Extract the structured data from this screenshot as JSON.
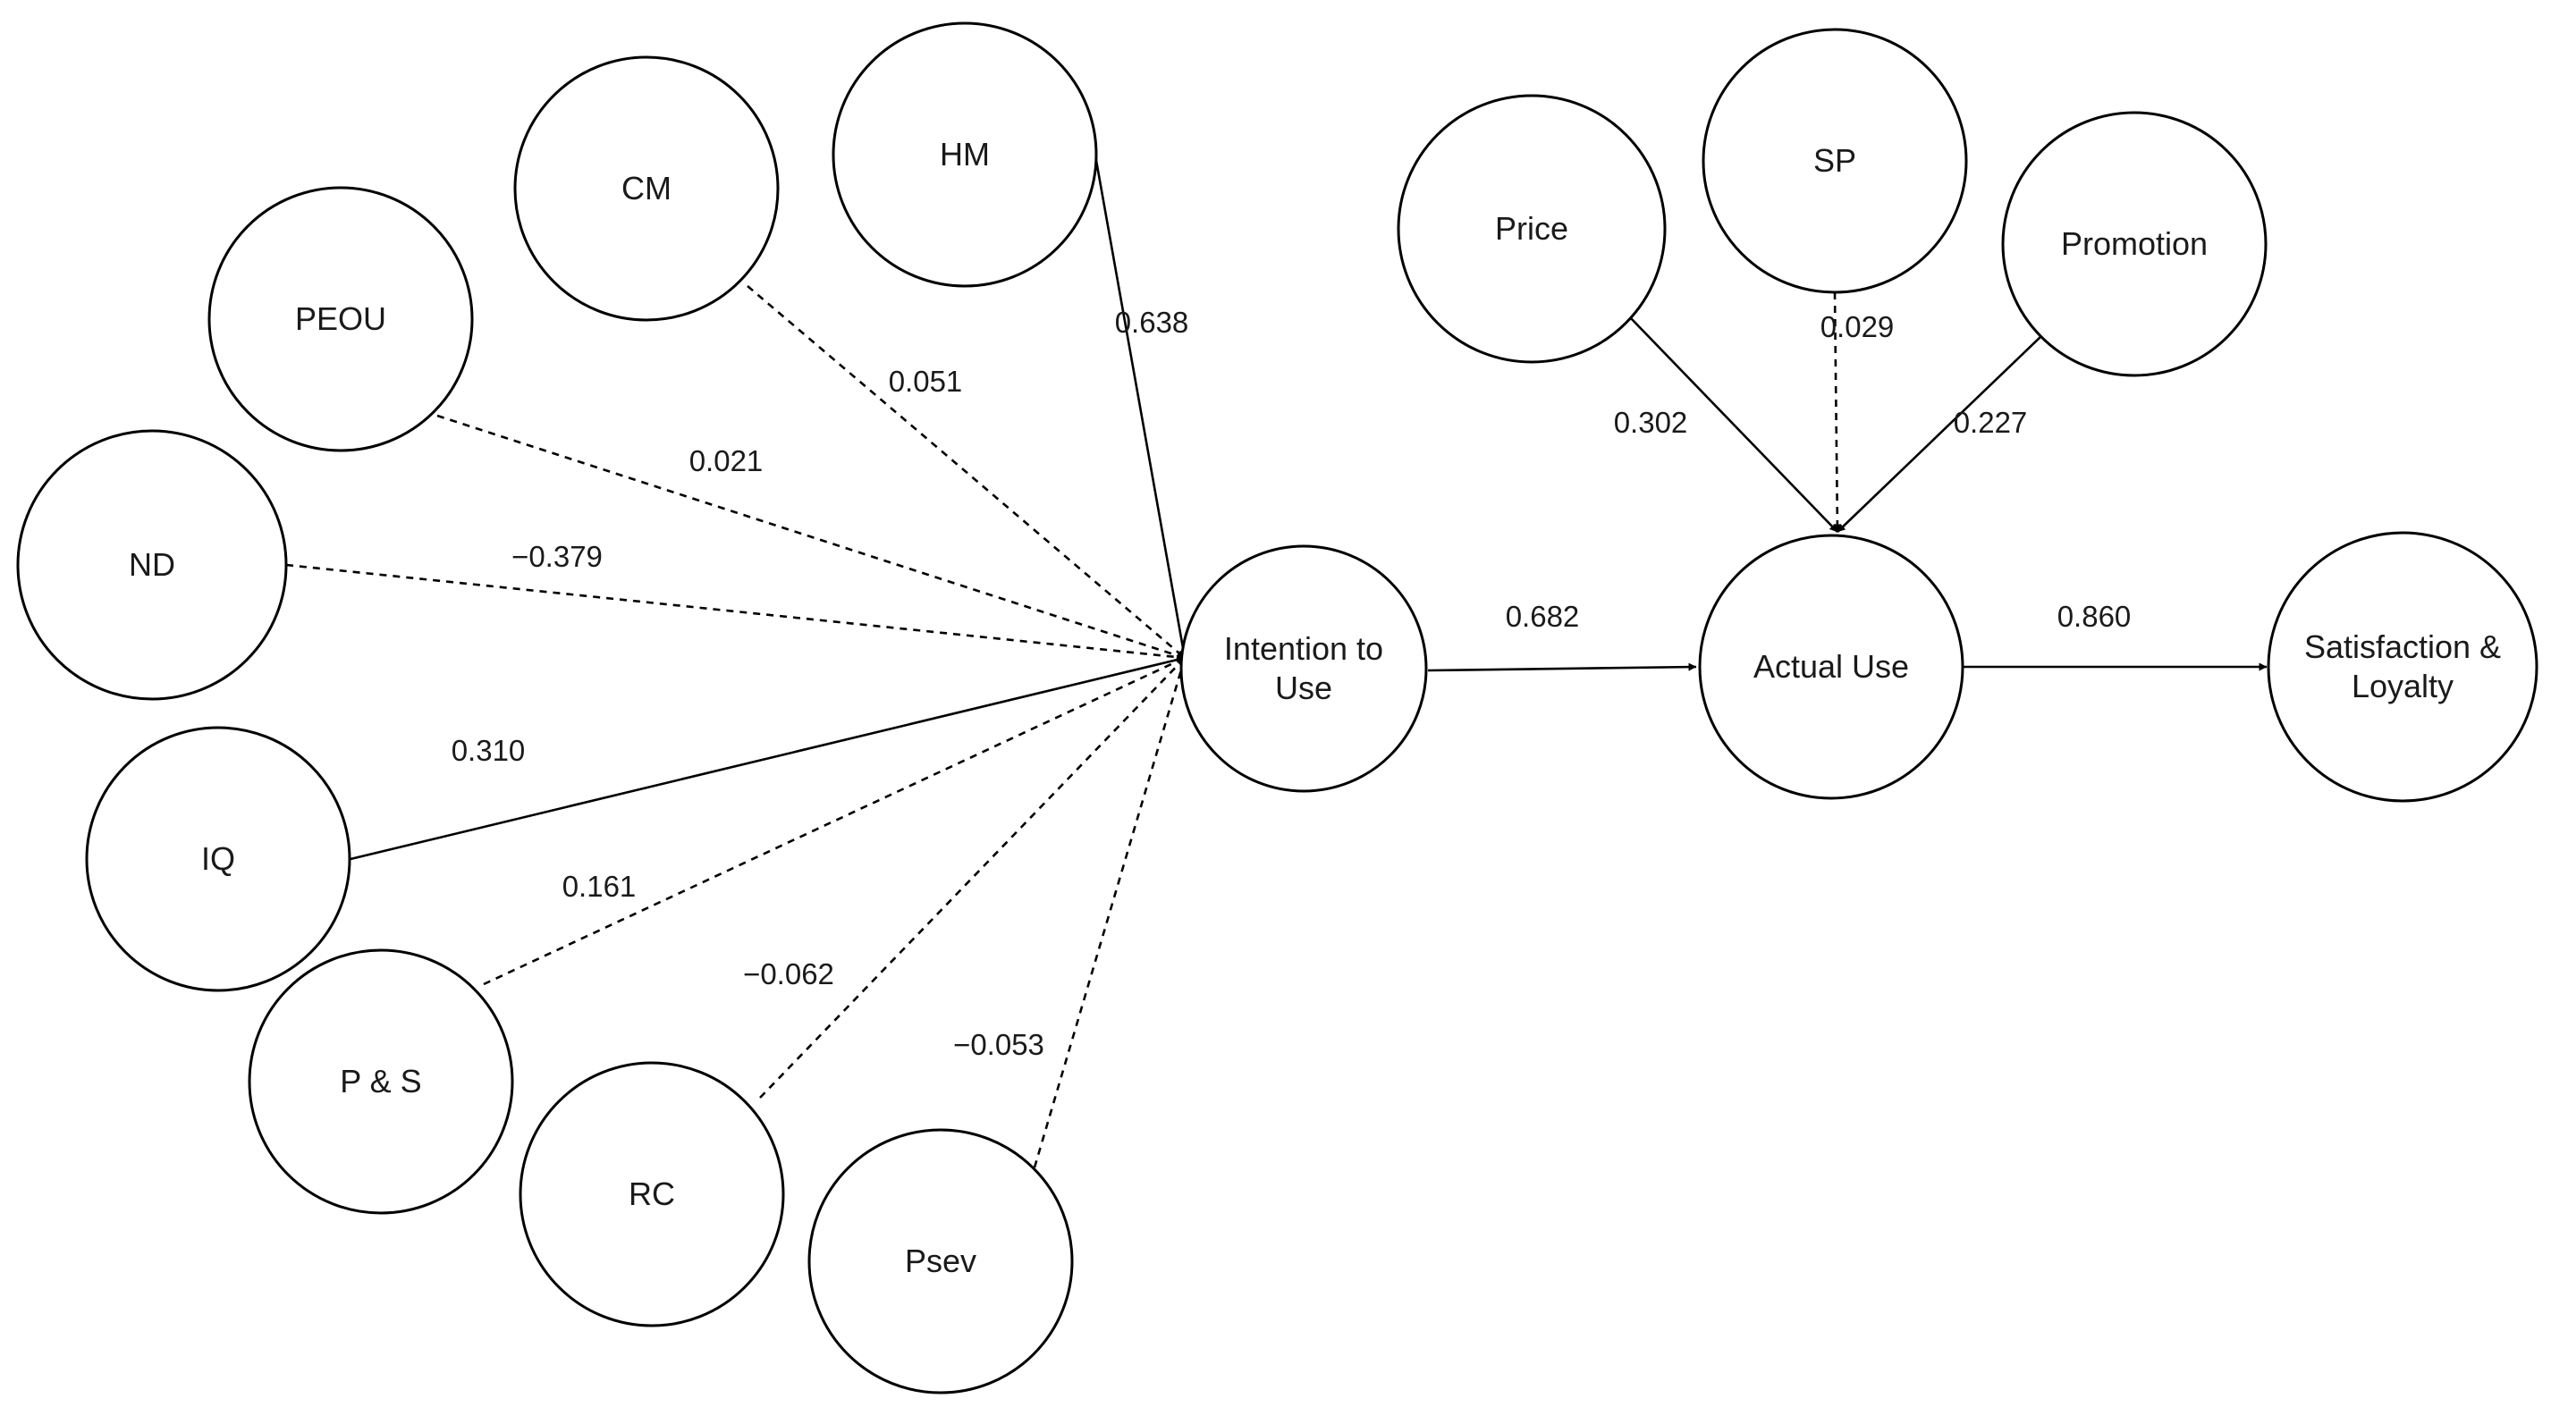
{
  "nodes": [
    {
      "id": "hm",
      "lines": [
        "HM"
      ]
    },
    {
      "id": "cm",
      "lines": [
        "CM"
      ]
    },
    {
      "id": "peou",
      "lines": [
        "PEOU"
      ]
    },
    {
      "id": "nd",
      "lines": [
        "ND"
      ]
    },
    {
      "id": "iq",
      "lines": [
        "IQ"
      ]
    },
    {
      "id": "ps",
      "lines": [
        "P & S"
      ]
    },
    {
      "id": "rc",
      "lines": [
        "RC"
      ]
    },
    {
      "id": "psev",
      "lines": [
        "Psev"
      ]
    },
    {
      "id": "itu",
      "lines": [
        "Intention to",
        "Use"
      ]
    },
    {
      "id": "price",
      "lines": [
        "Price"
      ]
    },
    {
      "id": "sp",
      "lines": [
        "SP"
      ]
    },
    {
      "id": "promotion",
      "lines": [
        "Promotion"
      ]
    },
    {
      "id": "au",
      "lines": [
        "Actual Use"
      ]
    },
    {
      "id": "sl",
      "lines": [
        "Satisfaction &",
        "Loyalty"
      ]
    }
  ],
  "edges": [
    {
      "from": "hm",
      "to": "itu",
      "label": "0.638",
      "style": "solid"
    },
    {
      "from": "cm",
      "to": "itu",
      "label": "0.051",
      "style": "dashed"
    },
    {
      "from": "peou",
      "to": "itu",
      "label": "0.021",
      "style": "dashed"
    },
    {
      "from": "nd",
      "to": "itu",
      "label": "−0.379",
      "style": "dashed"
    },
    {
      "from": "iq",
      "to": "itu",
      "label": "0.310",
      "style": "solid"
    },
    {
      "from": "ps",
      "to": "itu",
      "label": "0.161",
      "style": "dashed"
    },
    {
      "from": "rc",
      "to": "itu",
      "label": "−0.062",
      "style": "dashed"
    },
    {
      "from": "psev",
      "to": "itu",
      "label": "−0.053",
      "style": "dashed"
    },
    {
      "from": "itu",
      "to": "au",
      "label": "0.682",
      "style": "solid"
    },
    {
      "from": "price",
      "to": "au",
      "label": "0.302",
      "style": "solid"
    },
    {
      "from": "sp",
      "to": "au",
      "label": "0.029",
      "style": "dashed"
    },
    {
      "from": "promotion",
      "to": "au",
      "label": "0.227",
      "style": "solid"
    },
    {
      "from": "au",
      "to": "sl",
      "label": "0.860",
      "style": "solid"
    }
  ]
}
